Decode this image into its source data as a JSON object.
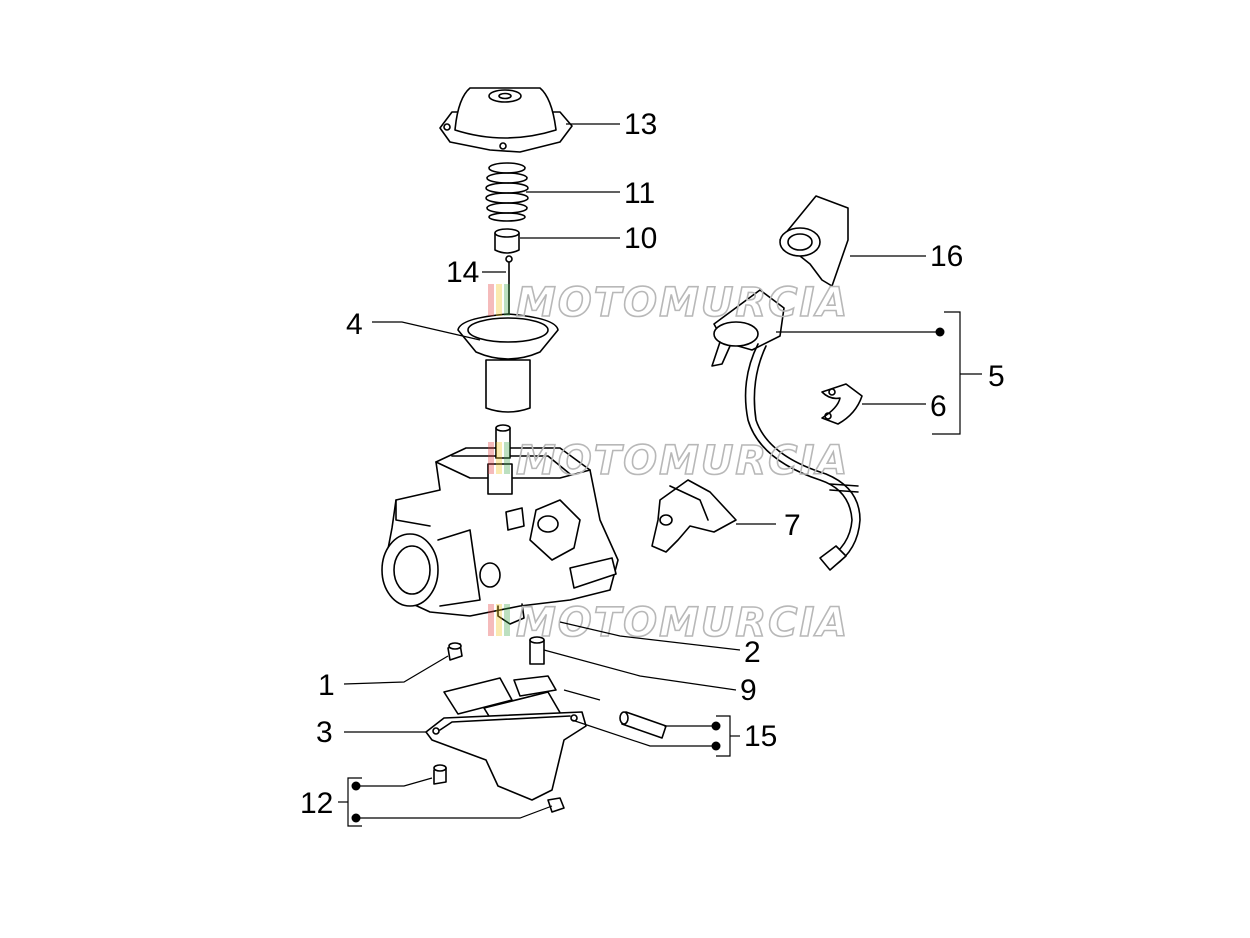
{
  "diagram": {
    "callouts": [
      {
        "id": "1",
        "label": "1"
      },
      {
        "id": "2",
        "label": "2"
      },
      {
        "id": "3",
        "label": "3"
      },
      {
        "id": "4",
        "label": "4"
      },
      {
        "id": "5",
        "label": "5"
      },
      {
        "id": "6",
        "label": "6"
      },
      {
        "id": "7",
        "label": "7"
      },
      {
        "id": "9",
        "label": "9"
      },
      {
        "id": "10",
        "label": "10"
      },
      {
        "id": "11",
        "label": "11"
      },
      {
        "id": "12",
        "label": "12"
      },
      {
        "id": "13",
        "label": "13"
      },
      {
        "id": "14",
        "label": "14"
      },
      {
        "id": "15",
        "label": "15"
      },
      {
        "id": "16",
        "label": "16"
      }
    ],
    "watermark": {
      "text": "MOTOMURCIA",
      "colors": [
        "#e23b3b",
        "#f2c21b",
        "#3ea64a",
        "#e23b3b"
      ]
    }
  }
}
